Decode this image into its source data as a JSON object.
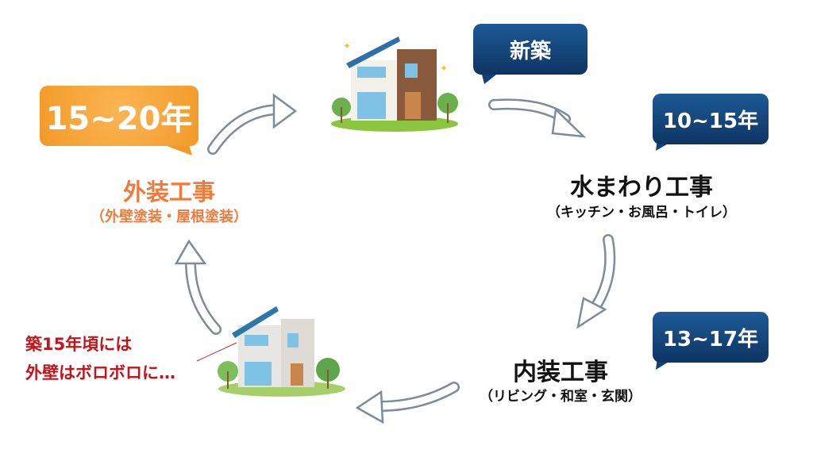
{
  "stages": {
    "new": {
      "badge": "新築"
    },
    "water": {
      "badge": "10~15年",
      "title": "水まわり工事",
      "subtitle": "（キッチン・お風呂・トイレ）"
    },
    "interior": {
      "badge": "13~17年",
      "title": "内装工事",
      "subtitle": "（リビング・和室・玄関）"
    },
    "exterior": {
      "badge": "15~20年",
      "title": "外装工事",
      "subtitle": "（外壁塗装・屋根塗装）"
    }
  },
  "note": {
    "line1": "築15年頃には",
    "line2": "外壁はボロボロに…"
  },
  "colors": {
    "navy": "#134177",
    "orange": "#f29a28",
    "orange_text": "#f07a3a",
    "red_text": "#c0161b",
    "arrow": "#7d8c98"
  }
}
